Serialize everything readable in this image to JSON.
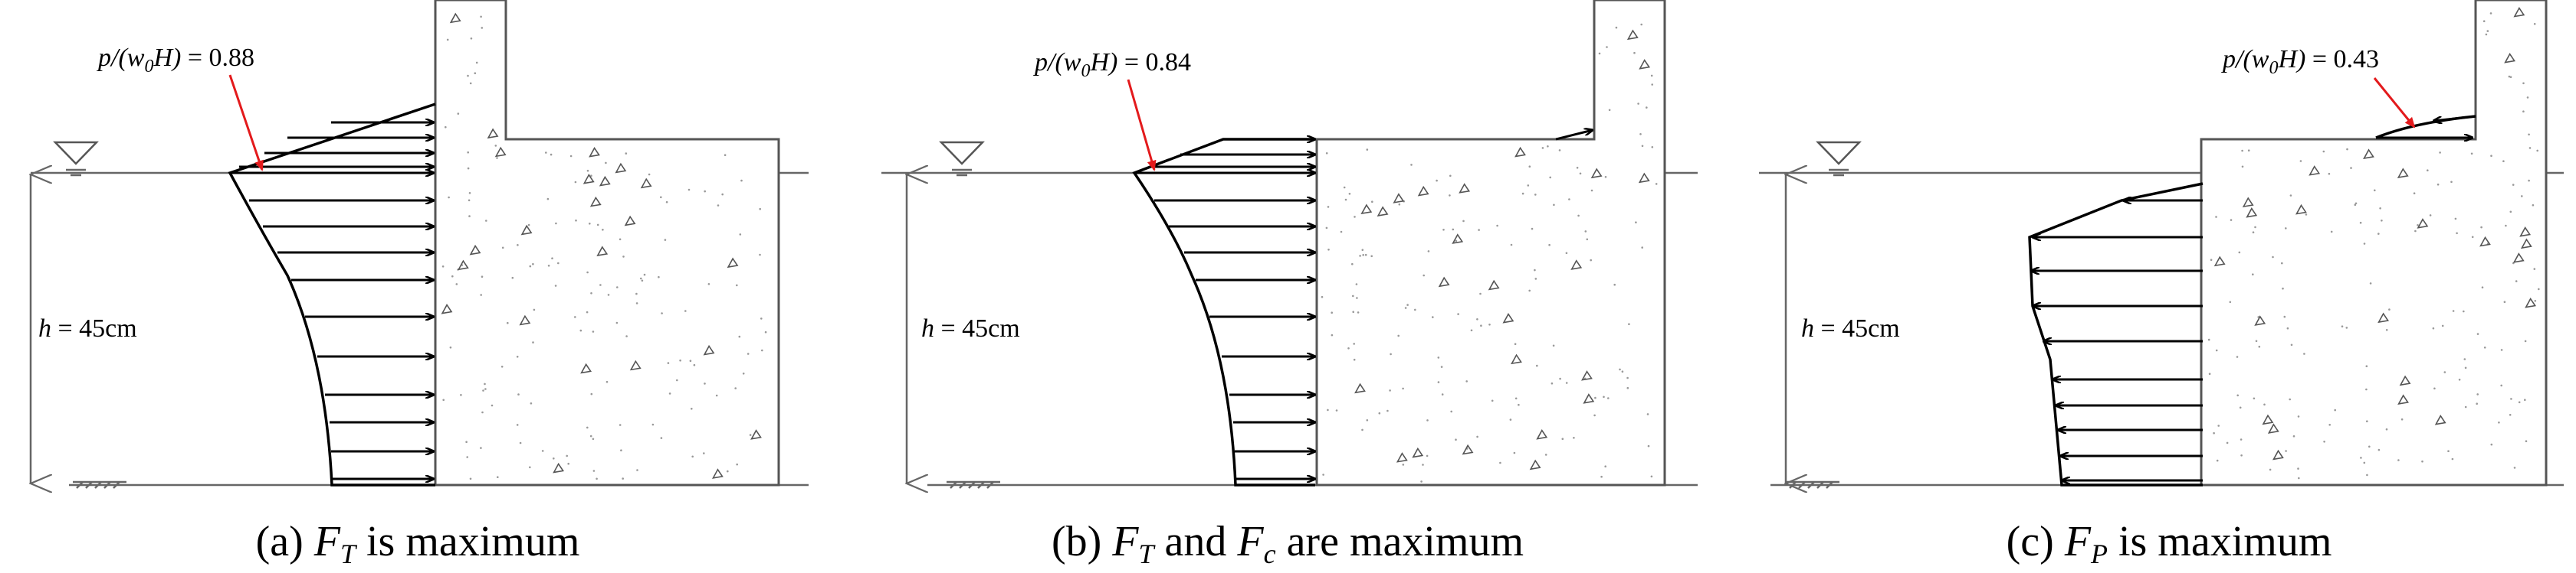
{
  "panels": [
    {
      "id": "a",
      "annotation_text": "p/(w₀H) = 0.88",
      "annotation_lhs": [
        "p/(w",
        "0",
        "H)"
      ],
      "annotation_value": "= 0.88",
      "depth_var": "h",
      "depth_value": "= 45cm",
      "caption_prefix": "(a) ",
      "caption_parts": [
        {
          "main": "F",
          "sub": "T",
          "italic": true
        },
        {
          "text": " is maximum",
          "italic": false
        }
      ],
      "pressure_direction": "toward-wall",
      "peak_ratio": 0.88
    },
    {
      "id": "b",
      "annotation_text": "p/(w₀H) = 0.84",
      "annotation_lhs": [
        "p/(w",
        "0",
        "H)"
      ],
      "annotation_value": "= 0.84",
      "depth_var": "h",
      "depth_value": "= 45cm",
      "caption_prefix": "(b) ",
      "caption_parts": [
        {
          "main": "F",
          "sub": "T",
          "italic": true
        },
        {
          "text": " and ",
          "italic": false
        },
        {
          "main": "F",
          "sub": "c",
          "italic": true
        },
        {
          "text": " are maximum",
          "italic": false
        }
      ],
      "pressure_direction": "toward-wall",
      "peak_ratio": 0.84
    },
    {
      "id": "c",
      "annotation_text": "p/(w₀H) = 0.43",
      "annotation_lhs": [
        "p/(w",
        "0",
        "H)"
      ],
      "annotation_value": "= 0.43",
      "depth_var": "h",
      "depth_value": "= 45cm",
      "caption_prefix": "(c) ",
      "caption_parts": [
        {
          "main": "F",
          "sub": "P",
          "italic": true
        },
        {
          "text": " is maximum",
          "italic": false
        }
      ],
      "pressure_direction": "away-from-wall",
      "peak_ratio": 0.43
    }
  ],
  "colors": {
    "annotation_pointer": "#e31a1c",
    "structure_outline": "#555555",
    "pressure_arrows": "#000000"
  },
  "icons": [
    "water-level-icon",
    "seabed-hatch-icon",
    "arrowhead-icon"
  ]
}
